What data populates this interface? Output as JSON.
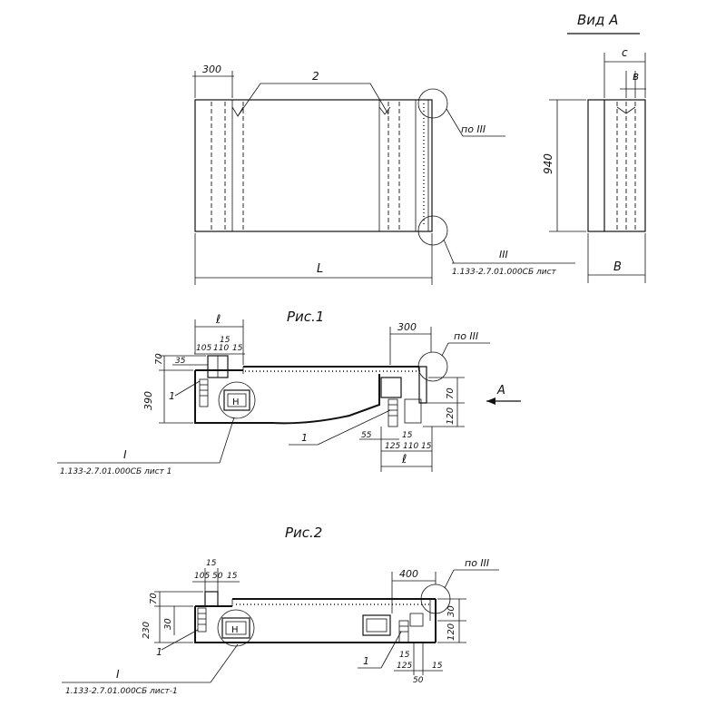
{
  "title": "Вид А",
  "view_a": {
    "dim_c": "с",
    "dim_b_small": "в",
    "dim_height": "940",
    "dim_width": "В"
  },
  "top_view": {
    "dim_left": "300",
    "callout_2": "2",
    "node_ref": "по III",
    "section_label": "III",
    "section_sheet": "1.133-2.7.01.000СБ лист",
    "dim_length": "L"
  },
  "fig1": {
    "caption": "Рис.1",
    "dim_e_top": "ℓ",
    "dim_300": "300",
    "node_ref": "по III",
    "dim_70": "70",
    "dim_35": "35",
    "dim_105": "105",
    "dim_110": "110",
    "dim_15a": "15",
    "dim_15b": "15",
    "dim_390": "390",
    "pos_1_left": "1",
    "view_arrow": "А",
    "dim_right_70": "70",
    "dim_right_120": "120",
    "dim_55": "55",
    "dim_125": "125",
    "dim_110b": "110",
    "dim_15c": "15",
    "dim_15d": "15",
    "pos_1_bottom": "1",
    "dim_e_bottom": "ℓ",
    "section_label": "I",
    "section_sheet": "1.133-2.7.01.000СБ лист 1"
  },
  "fig2": {
    "caption": "Рис.2",
    "dim_15a": "15",
    "dim_105": "105",
    "dim_50": "50",
    "dim_15b": "15",
    "dim_400": "400",
    "node_ref": "по III",
    "dim_70": "70",
    "dim_230": "230",
    "dim_30": "30",
    "pos_1_left": "1",
    "dim_right_30": "30",
    "dim_right_120": "120",
    "pos_1_bottom": "1",
    "dim_15c": "15",
    "dim_125": "125",
    "dim_15d": "15",
    "dim_50b": "50",
    "section_label": "I",
    "section_sheet": "1.133-2.7.01.000СБ лист-1"
  }
}
